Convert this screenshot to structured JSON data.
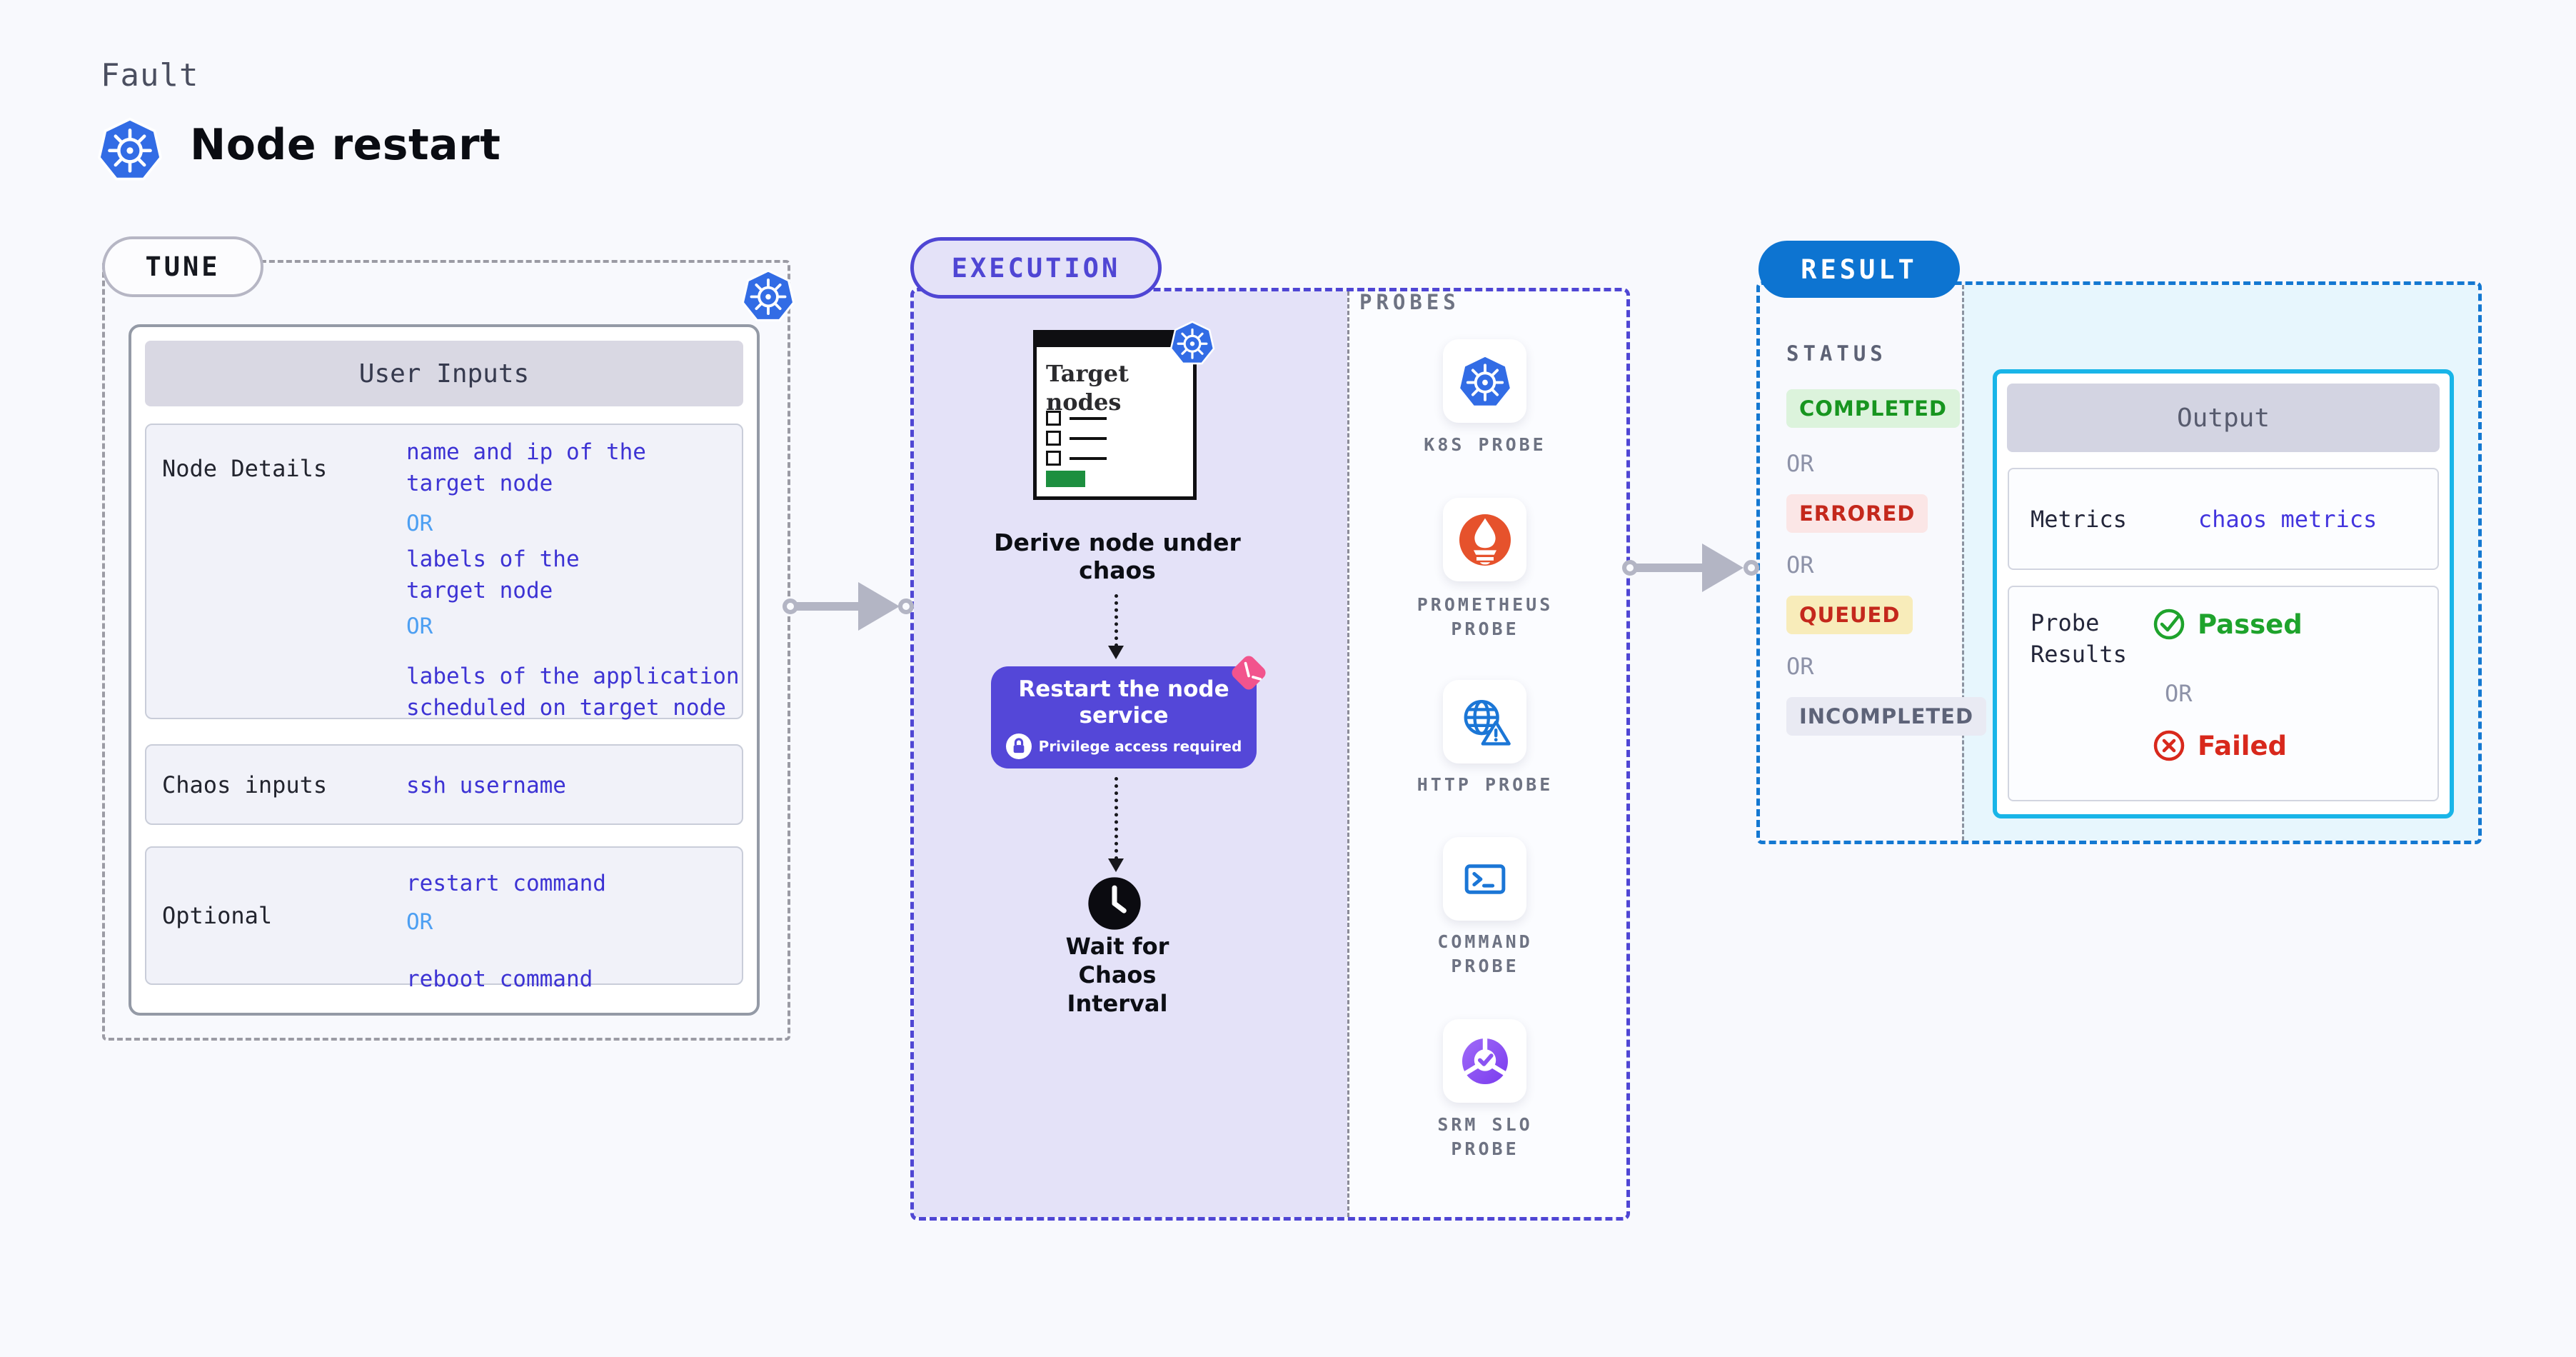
{
  "header": {
    "eyebrow": "Fault",
    "title": "Node restart"
  },
  "tune": {
    "tag": "TUNE",
    "table_title": "User Inputs",
    "rows": [
      {
        "label": "Node Details",
        "values": [
          {
            "kind": "value",
            "text": "name and ip of the\ntarget node"
          },
          {
            "kind": "or",
            "text": "OR"
          },
          {
            "kind": "value",
            "text": "labels of the\ntarget node"
          },
          {
            "kind": "or",
            "text": "OR"
          },
          {
            "kind": "value",
            "text": "labels of the application\nscheduled on target node"
          }
        ]
      },
      {
        "label": "Chaos inputs",
        "values": [
          {
            "kind": "value",
            "text": "ssh username"
          }
        ]
      },
      {
        "label": "Optional",
        "values": [
          {
            "kind": "value",
            "text": "restart command"
          },
          {
            "kind": "or",
            "text": "OR"
          },
          {
            "kind": "value",
            "text": "reboot command"
          }
        ]
      }
    ]
  },
  "execution": {
    "tag": "EXECUTION",
    "target_card_title": "Target nodes",
    "derive_label": "Derive node under chaos",
    "restart_button": {
      "title": "Restart the node service",
      "subtitle": "Privilege access required"
    },
    "wait_label": "Wait for Chaos Interval"
  },
  "probes": {
    "heading": "PROBES",
    "items": [
      {
        "label": "K8S PROBE",
        "icon": "kubernetes-icon"
      },
      {
        "label": "PROMETHEUS PROBE",
        "icon": "prometheus-icon"
      },
      {
        "label": "HTTP PROBE",
        "icon": "globe-warning-icon"
      },
      {
        "label": "COMMAND PROBE",
        "icon": "terminal-icon"
      },
      {
        "label": "SRM SLO PROBE",
        "icon": "slo-donut-icon"
      }
    ]
  },
  "result": {
    "tag": "RESULT",
    "status_heading": "STATUS",
    "statuses": [
      {
        "label": "COMPLETED",
        "tone": "success"
      },
      {
        "label": "OR",
        "tone": "or"
      },
      {
        "label": "ERRORED",
        "tone": "error"
      },
      {
        "label": "OR",
        "tone": "or"
      },
      {
        "label": "QUEUED",
        "tone": "warning"
      },
      {
        "label": "OR",
        "tone": "or"
      },
      {
        "label": "INCOMPLETED",
        "tone": "neutral"
      }
    ],
    "output": {
      "title": "Output",
      "metrics_label": "Metrics",
      "metrics_value": "chaos metrics",
      "probe_results_label": "Probe Results",
      "passed": "Passed",
      "or": "OR",
      "failed": "Failed"
    }
  },
  "colors": {
    "accent_purple": "#4f46d4",
    "button_purple": "#5447d8",
    "lavender_fill": "#e4e2f8",
    "result_blue": "#0d74d1",
    "cyan_border": "#19b5e8",
    "light_cyan_fill": "#e7f6fd",
    "kubernetes_blue": "#326ce5",
    "prometheus_orange": "#e6522c",
    "value_blue": "#3d33d4",
    "or_blue": "#4d9ff2",
    "success_green": "#1ea32c",
    "error_red": "#d8281c",
    "pink_chaos": "#f2548d",
    "arrow_gray": "#b3b5c4",
    "progress_green": "#1d8f3f"
  }
}
